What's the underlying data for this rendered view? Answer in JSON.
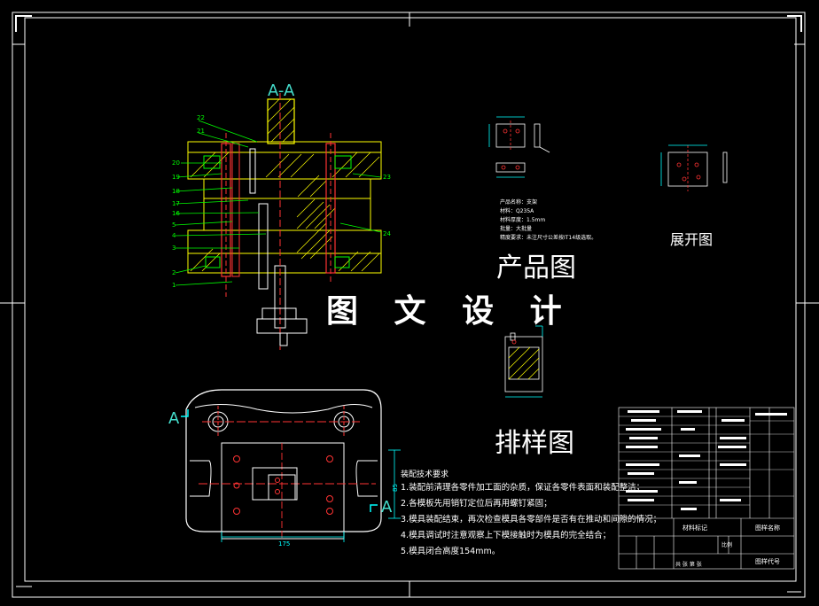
{
  "drawing": {
    "section_label": "A-A",
    "section_marker": "A",
    "product_label": "产品图",
    "layout_label": "排样图",
    "unfold_label": "展开图",
    "watermark": "图 文 设 计",
    "dim_width": "175",
    "dim_height": "85",
    "part_numbers_left": [
      "22",
      "21",
      "20",
      "19",
      "18",
      "17",
      "16",
      "5",
      "4",
      "3",
      "2",
      "1"
    ],
    "part_numbers_right": [
      "23",
      "24"
    ],
    "product_notes": [
      "产品名称：支架",
      "材料：Q235A",
      "材料厚度：1.5mm",
      "批量：大批量",
      "精度要求：未注尺寸公差按IT14级选取。"
    ],
    "tech_title": "装配技术要求",
    "tech_notes": [
      "1.装配前清理各零件加工面的杂质，保证各零件表面和装配整洁；",
      "2.各模板先用销钉定位后再用螺钉紧固；",
      "3.模具装配结束，再次检查模具各零部件是否有在推动和间隙的情况；",
      "4.模具调试时注意观察上下模接触时为模具的完全结合；",
      "5.模具闭合高度154mm。"
    ],
    "title_block": {
      "cell_a": "材料标记",
      "cell_b": "共 张 第 张",
      "cell_c": "图样名称",
      "cell_d": "图样代号",
      "cell_e": "比例"
    }
  }
}
